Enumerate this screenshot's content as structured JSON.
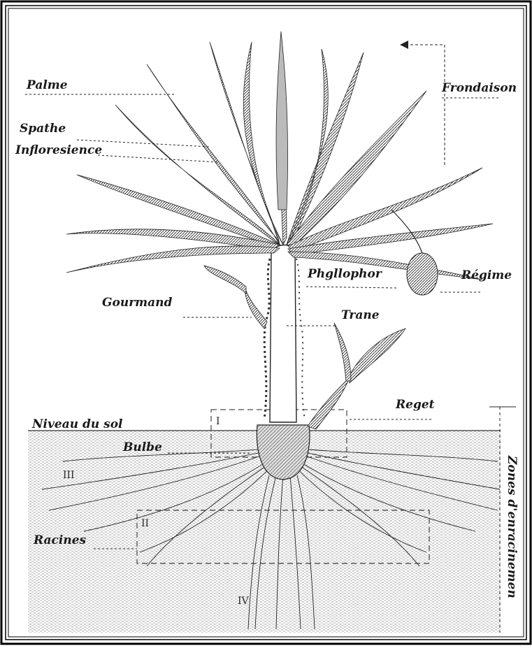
{
  "labels": {
    "palme": "Palme",
    "frondaison": "Frondaison",
    "spathe": "Spathe",
    "inflorescence": "Infloresience",
    "phyllophore": "Phgllophor",
    "regime": "Régime",
    "gourmand": "Gourmand",
    "tronc": "Trane",
    "rejet": "Reget",
    "niveau_sol": "Niveau du sol",
    "bulbe": "Bulbe",
    "racines": "Racines",
    "zones": "Zones d'enracinemen"
  },
  "zone_numerals": [
    "I",
    "II",
    "III",
    "IV"
  ],
  "colors": {
    "ink": "#1a1a1a",
    "frame": "#000000",
    "soil": "#bdbdbd",
    "background": "#ffffff"
  }
}
